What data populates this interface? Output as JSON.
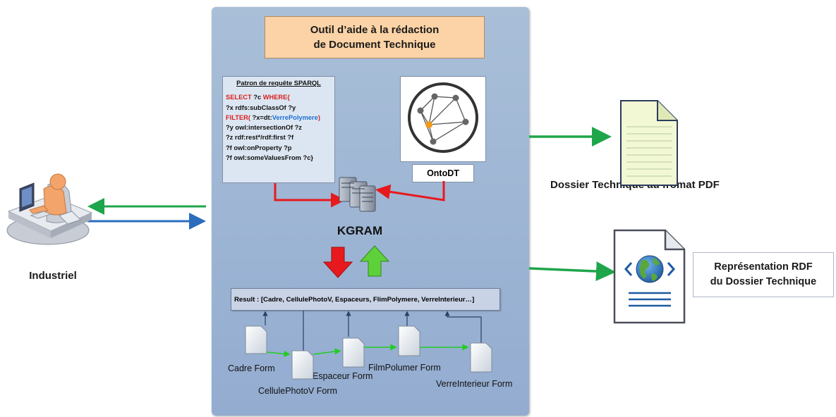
{
  "title": {
    "line1": "Outil d’aide à la rédaction",
    "line2": "de Document Technique"
  },
  "sparql": {
    "heading": "Patron de requête SPARQL",
    "line1_kw1": "SELECT",
    "line1_var": " ?c ",
    "line1_kw2": "WHERE{",
    "line2": "?x rdfs:subClassOf ?y",
    "line3_kw": "FILTER(",
    "line3_text": " ?x=dt:",
    "line3_hl": "VerrePolymere",
    "line3_close": ")",
    "line4": "?y owl:intersectionOf ?z",
    "line5": "?z rdf:rest*/rdf:first ?f",
    "line6": "?f owl:onProperty ?p",
    "line7": "?f owl:someValuesFrom ?c}"
  },
  "ontology_label": "OntoDT",
  "engine_label": "KGRAM",
  "result_text": "Result : [Cadre, CellulePhotoV, Espaceurs, FlimPolymere, VerreInterieur…]",
  "forms": {
    "cadre": "Cadre Form",
    "cellule": "CellulePhotoV Form",
    "espaceur": "Espaceur Form",
    "film": "FilmPolumer Form",
    "verre": "VerreInterieur Form"
  },
  "user_label": "Industriel",
  "output_pdf_label": "Dossier Technique au fromat PDF",
  "output_rdf": {
    "line1": "Représentation RDF",
    "line2": "du Dossier Technique"
  },
  "colors": {
    "green_arrow": "#1fa54a",
    "blue_arrow": "#2a6dbd",
    "red_arrow": "#e8191d",
    "panel": "#9bb4d4"
  }
}
